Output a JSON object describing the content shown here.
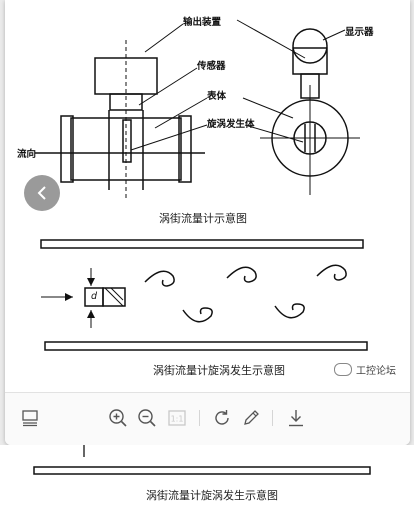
{
  "labels": {
    "output_device": "输出装置",
    "sensor": "传感器",
    "display": "显示器",
    "body": "表体",
    "vortex_generator": "旋涡发生体",
    "flow_direction": "流向",
    "d_symbol": "d"
  },
  "captions": {
    "flowmeter": "涡街流量计示意图",
    "vortex": "涡街流量计旋涡发生示意图",
    "next_page": "涡街流量计旋涡发生示意图"
  },
  "watermark": "工控论坛",
  "toolbar": {
    "icons": [
      "thumbnail-icon",
      "zoom-in-icon",
      "zoom-out-icon",
      "fit-page-icon",
      "rotate-icon",
      "annotate-icon",
      "download-icon"
    ],
    "fit_label": "1:1",
    "colors": {
      "icon": "#555555",
      "disabled": "#c8c8c8"
    }
  },
  "navigation": {
    "prev_icon": "chevron-left-icon"
  }
}
